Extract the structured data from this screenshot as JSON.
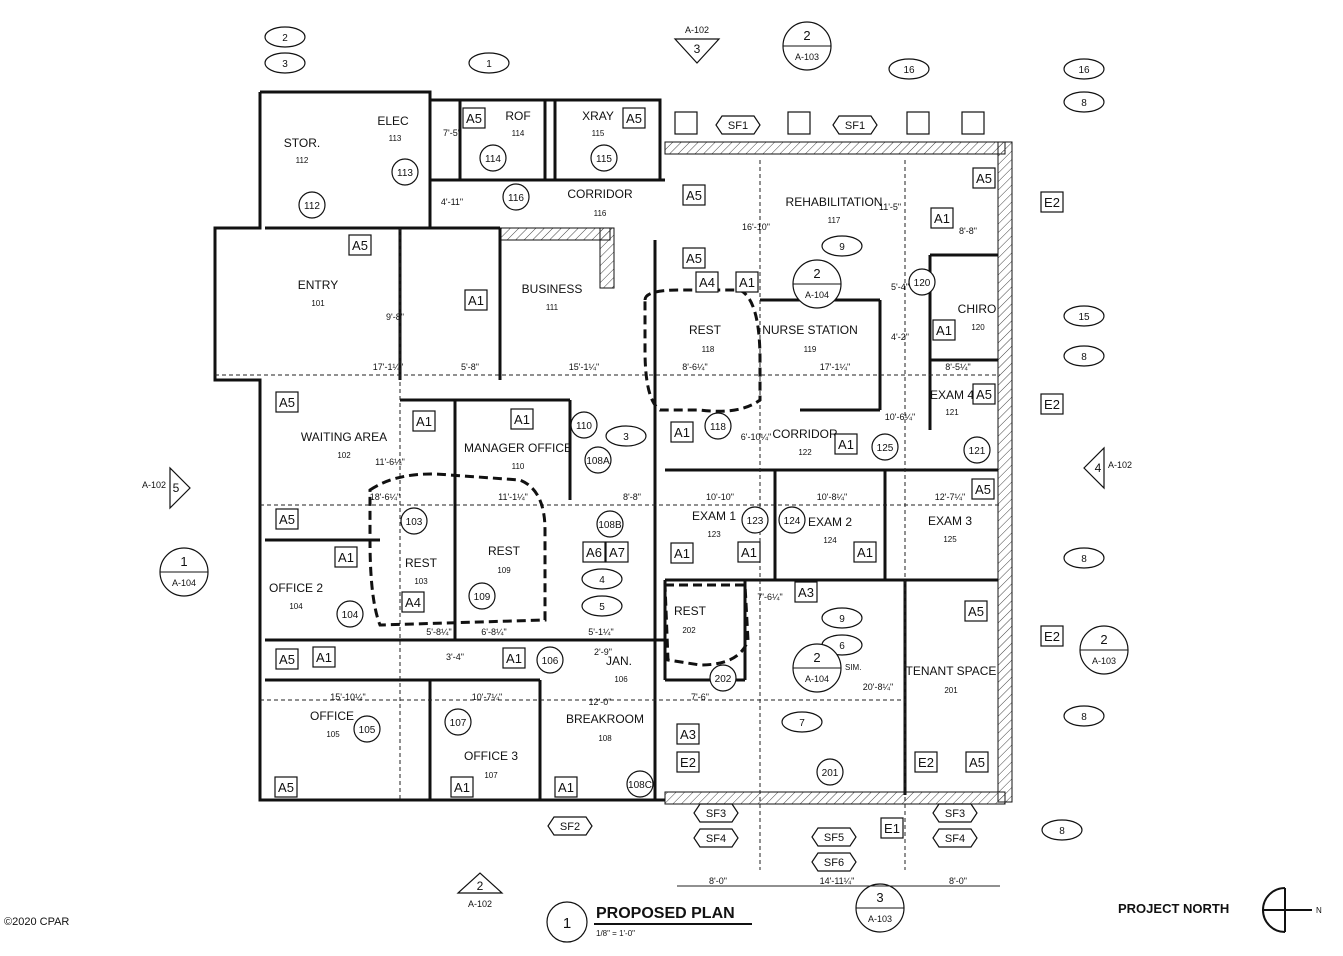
{
  "plan": {
    "title": "PROPOSED PLAN",
    "scale": "1/8\" = 1'-0\"",
    "title_number": "1",
    "north_label": "PROJECT NORTH",
    "north_letter": "N",
    "copyright": "©2020 CPAR"
  },
  "rooms": [
    {
      "name": "STOR.",
      "number": "112"
    },
    {
      "name": "ELEC",
      "number": "113"
    },
    {
      "name": "ROF",
      "number": "114"
    },
    {
      "name": "XRAY",
      "number": "115"
    },
    {
      "name": "CORRIDOR",
      "number": "116"
    },
    {
      "name": "REHABILITATION",
      "number": "117"
    },
    {
      "name": "ENTRY",
      "number": "101"
    },
    {
      "name": "BUSINESS",
      "number": "111"
    },
    {
      "name": "REST",
      "number": "118"
    },
    {
      "name": "NURSE STATION",
      "number": "119"
    },
    {
      "name": "CHIRO",
      "number": "120"
    },
    {
      "name": "EXAM 4",
      "number": "121"
    },
    {
      "name": "WAITING AREA",
      "number": "102"
    },
    {
      "name": "MANAGER OFFICE",
      "number": "110"
    },
    {
      "name": "CORRIDOR",
      "number": "122"
    },
    {
      "name": "EXAM 1",
      "number": "123"
    },
    {
      "name": "EXAM 2",
      "number": "124"
    },
    {
      "name": "EXAM 3",
      "number": "125"
    },
    {
      "name": "OFFICE 2",
      "number": "104"
    },
    {
      "name": "REST",
      "number": "103"
    },
    {
      "name": "REST",
      "number": "109"
    },
    {
      "name": "REST",
      "number": "202"
    },
    {
      "name": "JAN.",
      "number": "106"
    },
    {
      "name": "TENANT SPACE",
      "number": "201"
    },
    {
      "name": "OFFICE",
      "number": "105"
    },
    {
      "name": "OFFICE 3",
      "number": "107"
    },
    {
      "name": "BREAKROOM",
      "number": "108"
    }
  ],
  "door_tags": [
    "112",
    "113",
    "114",
    "115",
    "116",
    "110",
    "118",
    "120",
    "121",
    "125",
    "108A",
    "108B",
    "103",
    "109",
    "123",
    "124",
    "104",
    "105",
    "106",
    "107",
    "108C",
    "202",
    "201"
  ],
  "wall_tags": [
    "A5",
    "A5",
    "A5",
    "A5",
    "A5",
    "A4",
    "A1",
    "A5",
    "E2",
    "A5",
    "A1",
    "A1",
    "A1",
    "A1",
    "A5",
    "A1",
    "E2",
    "A1",
    "A1",
    "A5",
    "A1",
    "A6",
    "A7",
    "A1",
    "A1",
    "A1",
    "A3",
    "A5",
    "E2",
    "A5",
    "A4",
    "A5",
    "A1",
    "A1",
    "A3",
    "E2",
    "A5",
    "A5",
    "A1",
    "A1",
    "E1",
    "E2"
  ],
  "storefront_tags": [
    "SF1",
    "SF1",
    "SF2",
    "SF3",
    "SF4",
    "SF5",
    "SF6",
    "SF3",
    "SF4"
  ],
  "keynotes": [
    "2",
    "3",
    "1",
    "16",
    "16",
    "8",
    "9",
    "15",
    "8",
    "8",
    "9",
    "8",
    "8",
    "3",
    "4",
    "5",
    "6",
    "7"
  ],
  "section_refs": [
    {
      "num": "2",
      "sheet": "A-103"
    },
    {
      "num": "2",
      "sheet": "A-104"
    },
    {
      "num": "1",
      "sheet": "A-104"
    },
    {
      "num": "2",
      "sheet": "A-103"
    },
    {
      "num": "2",
      "sheet": "A-104"
    },
    {
      "num": "3",
      "sheet": "A-103"
    }
  ],
  "elevations": [
    {
      "num": "3",
      "sheet": "A-102"
    },
    {
      "num": "5",
      "sheet": "A-102"
    },
    {
      "num": "4",
      "sheet": "A-102"
    },
    {
      "num": "2",
      "sheet": "A-102"
    }
  ],
  "dimensions": [
    "7'-5\"",
    "4'-11\"",
    "16'-10\"",
    "11'-5\"",
    "8'-8\"",
    "5'-4\"",
    "9'-8\"",
    "17'-1¼\"",
    "5'-8\"",
    "15'-1¼\"",
    "8'-6¼\"",
    "17'-1¼\"",
    "8'-5¼\"",
    "4'-2\"",
    "10'-6¼\"",
    "6'-10¼\"",
    "18'-6¼\"",
    "11'-1¼\"",
    "8'-8\"",
    "10'-10\"",
    "10'-8¼\"",
    "12'-7¼\"",
    "11'-6¼\"",
    "5'-8¼\"",
    "6'-8¼\"",
    "5'-1¼\"",
    "3'-4\"",
    "2'-9\"",
    "12'-0\"",
    "7'-6¼\"",
    "7'-6\"",
    "15'-10¼\"",
    "10'-7¼\"",
    "20'-8¼\"",
    "8'-0\"",
    "14'-11¼\"",
    "8'-0\""
  ],
  "misc": {
    "sim": "SIM."
  }
}
